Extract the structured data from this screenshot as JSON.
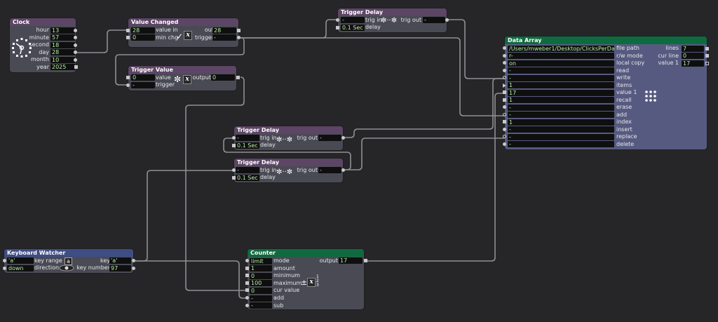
{
  "actors": {
    "clock": {
      "title": "Clock",
      "icon": "clock-icon",
      "outputs": [
        {
          "label": "hour",
          "value": "13"
        },
        {
          "label": "minute",
          "value": "57"
        },
        {
          "label": "second",
          "value": "18"
        },
        {
          "label": "day",
          "value": "28"
        },
        {
          "label": "month",
          "value": "10"
        },
        {
          "label": "year",
          "value": "2025"
        }
      ]
    },
    "value_changed": {
      "title": "Value Changed",
      "icon": "x-variable-icon",
      "inputs": [
        {
          "label": "value in",
          "value": "28"
        },
        {
          "label": "min chg",
          "value": "0"
        }
      ],
      "outputs": [
        {
          "label": "out",
          "value": "28"
        },
        {
          "label": "trigger",
          "value": "-"
        }
      ]
    },
    "trigger_delay_top": {
      "title": "Trigger Delay",
      "icon": "sparkle-delay-icon",
      "inputs": [
        {
          "label": "trig in",
          "value": "-"
        },
        {
          "label": "delay",
          "value": "0.1 Sec"
        }
      ],
      "outputs": [
        {
          "label": "trig out",
          "value": "-"
        }
      ]
    },
    "trigger_value": {
      "title": "Trigger Value",
      "icon": "sparkle-x-icon",
      "inputs": [
        {
          "label": "value",
          "value": "0"
        },
        {
          "label": "trigger",
          "value": "-"
        }
      ],
      "outputs": [
        {
          "label": "output",
          "value": "0"
        }
      ]
    },
    "trigger_delay_mid1": {
      "title": "Trigger Delay",
      "icon": "sparkle-delay-icon",
      "inputs": [
        {
          "label": "trig in",
          "value": "-"
        },
        {
          "label": "delay",
          "value": "0.1 Sec"
        }
      ],
      "outputs": [
        {
          "label": "trig out",
          "value": "-"
        }
      ]
    },
    "trigger_delay_mid2": {
      "title": "Trigger Delay",
      "icon": "sparkle-delay-icon",
      "inputs": [
        {
          "label": "trig in",
          "value": "-"
        },
        {
          "label": "delay",
          "value": "0.1 Sec"
        }
      ],
      "outputs": [
        {
          "label": "trig out",
          "value": "-"
        }
      ]
    },
    "data_array": {
      "title": "Data Array",
      "icon": "dot-grid-icon",
      "inputs": [
        {
          "label": "file path",
          "value": "/Users/mweber1/Desktop/ClicksPerDay"
        },
        {
          "label": "r/w mode",
          "value": "r-"
        },
        {
          "label": "local copy",
          "value": "on"
        },
        {
          "label": "read",
          "value": "-"
        },
        {
          "label": "write",
          "value": "-"
        },
        {
          "label": "items",
          "value": "1"
        },
        {
          "label": "value 1",
          "value": "17"
        },
        {
          "label": "recall",
          "value": "1"
        },
        {
          "label": "erase",
          "value": "-"
        },
        {
          "label": "add",
          "value": "-"
        },
        {
          "label": "index",
          "value": "1"
        },
        {
          "label": "insert",
          "value": "-"
        },
        {
          "label": "replace",
          "value": "-"
        },
        {
          "label": "delete",
          "value": "-"
        }
      ],
      "outputs": [
        {
          "label": "lines",
          "value": "7"
        },
        {
          "label": "cur line",
          "value": "0"
        },
        {
          "label": "value 1",
          "value": "17"
        }
      ]
    },
    "keyboard_watcher": {
      "title": "Keyboard Watcher",
      "icon": "keyboard-eye-icon",
      "key_glyph": "a",
      "inputs": [
        {
          "label": "key range",
          "value": "'a'"
        },
        {
          "label": "direction",
          "value": "down"
        }
      ],
      "outputs": [
        {
          "label": "key",
          "value": "'a'"
        },
        {
          "label": "key number",
          "value": "97"
        }
      ]
    },
    "counter": {
      "title": "Counter",
      "icon": "plus-minus-x-icon",
      "inputs": [
        {
          "label": "mode",
          "value": "limit"
        },
        {
          "label": "amount",
          "value": "1"
        },
        {
          "label": "minimum",
          "value": "0"
        },
        {
          "label": "maximum",
          "value": "100"
        },
        {
          "label": "cur value",
          "value": "0"
        },
        {
          "label": "add",
          "value": "-"
        },
        {
          "label": "sub",
          "value": "-"
        }
      ],
      "outputs": [
        {
          "label": "output",
          "value": "17"
        }
      ]
    }
  },
  "colors": {
    "background": "#262628",
    "title_purple": "#5d4566",
    "title_green": "#0e6b3f",
    "title_blue": "#3f4d85",
    "value_text": "#b6f0a0",
    "wire": "#8f8f94"
  }
}
